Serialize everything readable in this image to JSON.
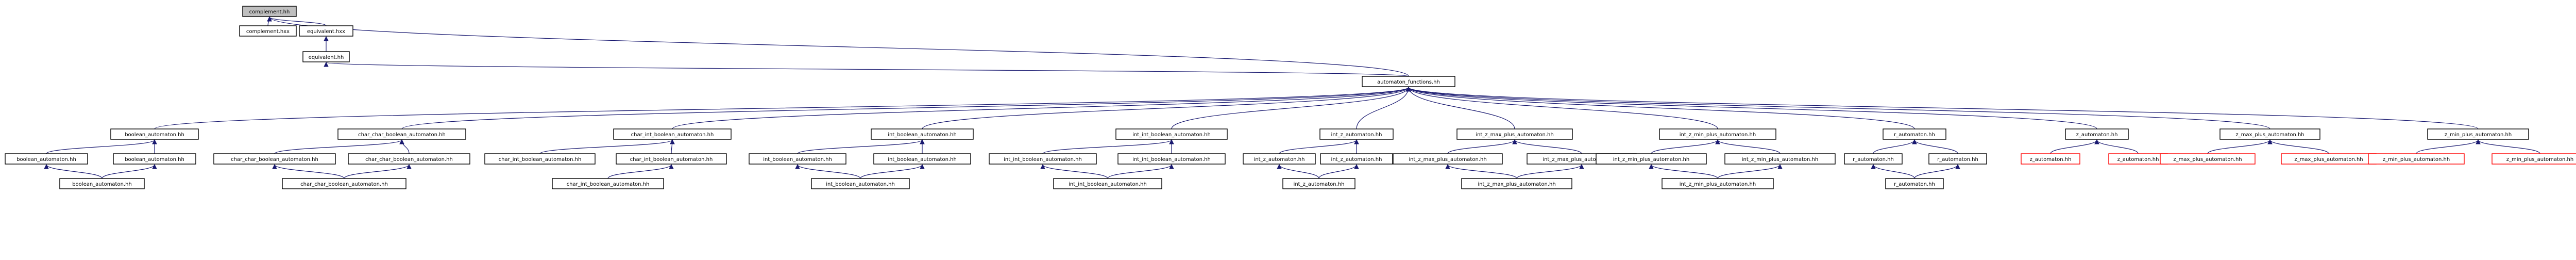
{
  "nodes": [
    {
      "id": "complement_hh",
      "label": "complement.hh",
      "kind": "selected"
    },
    {
      "id": "complement_hxx",
      "label": "complement.hxx",
      "kind": "normal"
    },
    {
      "id": "equivalent_hxx",
      "label": "equivalent.hxx",
      "kind": "normal"
    },
    {
      "id": "equivalent_hh",
      "label": "equivalent.hh",
      "kind": "normal"
    },
    {
      "id": "automaton_functions_hh",
      "label": "automaton_functions.hh",
      "kind": "normal"
    },
    {
      "id": "l2_boolean",
      "label": "boolean_automaton.hh",
      "kind": "normal"
    },
    {
      "id": "l2_char_char_boolean",
      "label": "char_char_boolean_automaton.hh",
      "kind": "normal"
    },
    {
      "id": "l2_char_int_boolean",
      "label": "char_int_boolean_automaton.hh",
      "kind": "normal"
    },
    {
      "id": "l2_int_boolean",
      "label": "int_boolean_automaton.hh",
      "kind": "normal"
    },
    {
      "id": "l2_int_int_boolean",
      "label": "int_int_boolean_automaton.hh",
      "kind": "normal"
    },
    {
      "id": "l2_int_z",
      "label": "int_z_automaton.hh",
      "kind": "normal"
    },
    {
      "id": "l2_int_z_max_plus",
      "label": "int_z_max_plus_automaton.hh",
      "kind": "normal"
    },
    {
      "id": "l2_int_z_min_plus",
      "label": "int_z_min_plus_automaton.hh",
      "kind": "normal"
    },
    {
      "id": "l2_r",
      "label": "r_automaton.hh",
      "kind": "normal"
    },
    {
      "id": "l2_z",
      "label": "z_automaton.hh",
      "kind": "normal"
    },
    {
      "id": "l2_z_max_plus",
      "label": "z_max_plus_automaton.hh",
      "kind": "normal"
    },
    {
      "id": "l2_z_min_plus",
      "label": "z_min_plus_automaton.hh",
      "kind": "normal"
    },
    {
      "id": "l3_boolean_a",
      "label": "boolean_automaton.hh",
      "kind": "normal"
    },
    {
      "id": "l3_boolean_b",
      "label": "boolean_automaton.hh",
      "kind": "normal"
    },
    {
      "id": "l3_char_char_boolean_a",
      "label": "char_char_boolean_automaton.hh",
      "kind": "normal"
    },
    {
      "id": "l3_char_char_boolean_b",
      "label": "char_char_boolean_automaton.hh",
      "kind": "normal"
    },
    {
      "id": "l3_char_int_boolean_a",
      "label": "char_int_boolean_automaton.hh",
      "kind": "normal"
    },
    {
      "id": "l3_char_int_boolean_b",
      "label": "char_int_boolean_automaton.hh",
      "kind": "normal"
    },
    {
      "id": "l3_int_boolean_a",
      "label": "int_boolean_automaton.hh",
      "kind": "normal"
    },
    {
      "id": "l3_int_boolean_b",
      "label": "int_boolean_automaton.hh",
      "kind": "normal"
    },
    {
      "id": "l3_int_int_boolean_a",
      "label": "int_int_boolean_automaton.hh",
      "kind": "normal"
    },
    {
      "id": "l3_int_int_boolean_b",
      "label": "int_int_boolean_automaton.hh",
      "kind": "normal"
    },
    {
      "id": "l3_int_z_a",
      "label": "int_z_automaton.hh",
      "kind": "normal"
    },
    {
      "id": "l3_int_z_b",
      "label": "int_z_automaton.hh",
      "kind": "normal"
    },
    {
      "id": "l3_int_z_max_plus_a",
      "label": "int_z_max_plus_automaton.hh",
      "kind": "normal"
    },
    {
      "id": "l3_int_z_max_plus_b",
      "label": "int_z_max_plus_automaton.hh",
      "kind": "normal"
    },
    {
      "id": "l3_int_z_min_plus_a",
      "label": "int_z_min_plus_automaton.hh",
      "kind": "normal"
    },
    {
      "id": "l3_int_z_min_plus_b",
      "label": "int_z_min_plus_automaton.hh",
      "kind": "normal"
    },
    {
      "id": "l3_r_a",
      "label": "r_automaton.hh",
      "kind": "normal"
    },
    {
      "id": "l3_r_b",
      "label": "r_automaton.hh",
      "kind": "normal"
    },
    {
      "id": "l3_z_a",
      "label": "z_automaton.hh",
      "kind": "missing"
    },
    {
      "id": "l3_z_b",
      "label": "z_automaton.hh",
      "kind": "missing"
    },
    {
      "id": "l3_z_max_plus_a",
      "label": "z_max_plus_automaton.hh",
      "kind": "missing"
    },
    {
      "id": "l3_z_max_plus_b",
      "label": "z_max_plus_automaton.hh",
      "kind": "missing"
    },
    {
      "id": "l3_z_min_plus_a",
      "label": "z_min_plus_automaton.hh",
      "kind": "missing"
    },
    {
      "id": "l3_z_min_plus_b",
      "label": "z_min_plus_automaton.hh",
      "kind": "missing"
    },
    {
      "id": "l4_boolean",
      "label": "boolean_automaton.hh",
      "kind": "normal"
    },
    {
      "id": "l4_char_char_boolean",
      "label": "char_char_boolean_automaton.hh",
      "kind": "normal"
    },
    {
      "id": "l4_char_int_boolean",
      "label": "char_int_boolean_automaton.hh",
      "kind": "normal"
    },
    {
      "id": "l4_int_boolean",
      "label": "int_boolean_automaton.hh",
      "kind": "normal"
    },
    {
      "id": "l4_int_int_boolean",
      "label": "int_int_boolean_automaton.hh",
      "kind": "normal"
    },
    {
      "id": "l4_int_z",
      "label": "int_z_automaton.hh",
      "kind": "normal"
    },
    {
      "id": "l4_int_z_max_plus",
      "label": "int_z_max_plus_automaton.hh",
      "kind": "normal"
    },
    {
      "id": "l4_int_z_min_plus",
      "label": "int_z_min_plus_automaton.hh",
      "kind": "normal"
    },
    {
      "id": "l4_r",
      "label": "r_automaton.hh",
      "kind": "normal"
    }
  ],
  "edges": [
    [
      "complement_hh",
      "complement_hxx"
    ],
    [
      "complement_hh",
      "equivalent_hxx"
    ],
    [
      "complement_hh",
      "automaton_functions_hh"
    ],
    [
      "equivalent_hxx",
      "equivalent_hh"
    ],
    [
      "equivalent_hh",
      "automaton_functions_hh"
    ],
    [
      "automaton_functions_hh",
      "l2_boolean"
    ],
    [
      "automaton_functions_hh",
      "l2_char_char_boolean"
    ],
    [
      "automaton_functions_hh",
      "l2_char_int_boolean"
    ],
    [
      "automaton_functions_hh",
      "l2_int_boolean"
    ],
    [
      "automaton_functions_hh",
      "l2_int_int_boolean"
    ],
    [
      "automaton_functions_hh",
      "l2_int_z"
    ],
    [
      "automaton_functions_hh",
      "l2_int_z_max_plus"
    ],
    [
      "automaton_functions_hh",
      "l2_int_z_min_plus"
    ],
    [
      "automaton_functions_hh",
      "l2_r"
    ],
    [
      "automaton_functions_hh",
      "l2_z"
    ],
    [
      "automaton_functions_hh",
      "l2_z_max_plus"
    ],
    [
      "automaton_functions_hh",
      "l2_z_min_plus"
    ],
    [
      "l2_boolean",
      "l3_boolean_a"
    ],
    [
      "l2_boolean",
      "l3_boolean_b"
    ],
    [
      "l2_char_char_boolean",
      "l3_char_char_boolean_a"
    ],
    [
      "l2_char_char_boolean",
      "l3_char_char_boolean_b"
    ],
    [
      "l2_char_int_boolean",
      "l3_char_int_boolean_a"
    ],
    [
      "l2_char_int_boolean",
      "l3_char_int_boolean_b"
    ],
    [
      "l2_int_boolean",
      "l3_int_boolean_a"
    ],
    [
      "l2_int_boolean",
      "l3_int_boolean_b"
    ],
    [
      "l2_int_int_boolean",
      "l3_int_int_boolean_a"
    ],
    [
      "l2_int_int_boolean",
      "l3_int_int_boolean_b"
    ],
    [
      "l2_int_z",
      "l3_int_z_a"
    ],
    [
      "l2_int_z",
      "l3_int_z_b"
    ],
    [
      "l2_int_z_max_plus",
      "l3_int_z_max_plus_a"
    ],
    [
      "l2_int_z_max_plus",
      "l3_int_z_max_plus_b"
    ],
    [
      "l2_int_z_min_plus",
      "l3_int_z_min_plus_a"
    ],
    [
      "l2_int_z_min_plus",
      "l3_int_z_min_plus_b"
    ],
    [
      "l2_r",
      "l3_r_a"
    ],
    [
      "l2_r",
      "l3_r_b"
    ],
    [
      "l2_z",
      "l3_z_a"
    ],
    [
      "l2_z",
      "l3_z_b"
    ],
    [
      "l2_z_max_plus",
      "l3_z_max_plus_a"
    ],
    [
      "l2_z_max_plus",
      "l3_z_max_plus_b"
    ],
    [
      "l2_z_min_plus",
      "l3_z_min_plus_a"
    ],
    [
      "l2_z_min_plus",
      "l3_z_min_plus_b"
    ],
    [
      "l3_boolean_a",
      "l4_boolean"
    ],
    [
      "l3_boolean_b",
      "l4_boolean"
    ],
    [
      "l3_char_char_boolean_a",
      "l4_char_char_boolean"
    ],
    [
      "l3_char_char_boolean_b",
      "l4_char_char_boolean"
    ],
    [
      "l3_char_int_boolean_b",
      "l4_char_int_boolean"
    ],
    [
      "l3_int_boolean_a",
      "l4_int_boolean"
    ],
    [
      "l3_int_boolean_b",
      "l4_int_boolean"
    ],
    [
      "l3_int_int_boolean_a",
      "l4_int_int_boolean"
    ],
    [
      "l3_int_int_boolean_b",
      "l4_int_int_boolean"
    ],
    [
      "l3_int_z_a",
      "l4_int_z"
    ],
    [
      "l3_int_z_b",
      "l4_int_z"
    ],
    [
      "l3_int_z_max_plus_a",
      "l4_int_z_max_plus"
    ],
    [
      "l3_int_z_max_plus_b",
      "l4_int_z_max_plus"
    ],
    [
      "l3_int_z_min_plus_a",
      "l4_int_z_min_plus"
    ],
    [
      "l3_int_z_min_plus_b",
      "l4_int_z_min_plus"
    ],
    [
      "l3_r_a",
      "l4_r"
    ],
    [
      "l3_r_b",
      "l4_r"
    ]
  ],
  "colors": {
    "edge": "#191970",
    "node_border": "#000000",
    "missing_border": "#ff0000",
    "selected_fill": "#bfbfbf"
  }
}
